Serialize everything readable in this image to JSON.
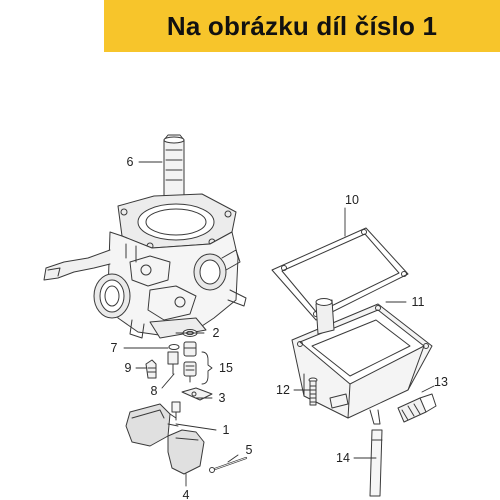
{
  "banner": {
    "text": "Na obrázku díl číslo 1",
    "color": "#f7c52b"
  },
  "callouts": [
    "1",
    "2",
    "3",
    "4",
    "5",
    "6",
    "7",
    "8",
    "9",
    "10",
    "11",
    "12",
    "13",
    "14",
    "15"
  ]
}
